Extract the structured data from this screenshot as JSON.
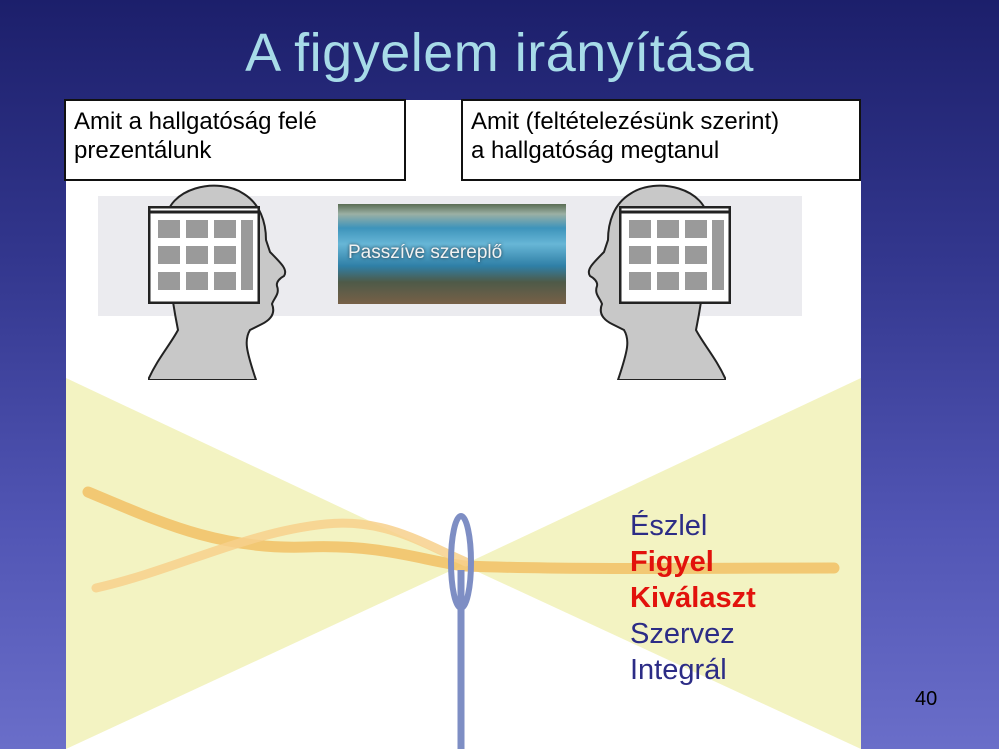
{
  "title": "A figyelem irányítása",
  "callouts": {
    "left": [
      "Amit a hallgatóság felé",
      "prezentálunk"
    ],
    "right": [
      "Amit (feltételezésünk szerint)",
      "a hallgatóság megtanul"
    ]
  },
  "photo_label": "Passzíve szereplő",
  "steps": [
    {
      "label": "Észlel",
      "highlight": false
    },
    {
      "label": "Figyel",
      "highlight": true
    },
    {
      "label": "Kiválaszt",
      "highlight": true
    },
    {
      "label": "Szervez",
      "highlight": false
    },
    {
      "label": "Integrál",
      "highlight": false
    }
  ],
  "page_number": "40",
  "colors": {
    "title": "#a7dbe8",
    "highlight": "#e2120c",
    "step": "#2c2c86",
    "cone": "#f3f3c2",
    "thread": "#f2c36a",
    "needle": "#7e8ec4"
  }
}
